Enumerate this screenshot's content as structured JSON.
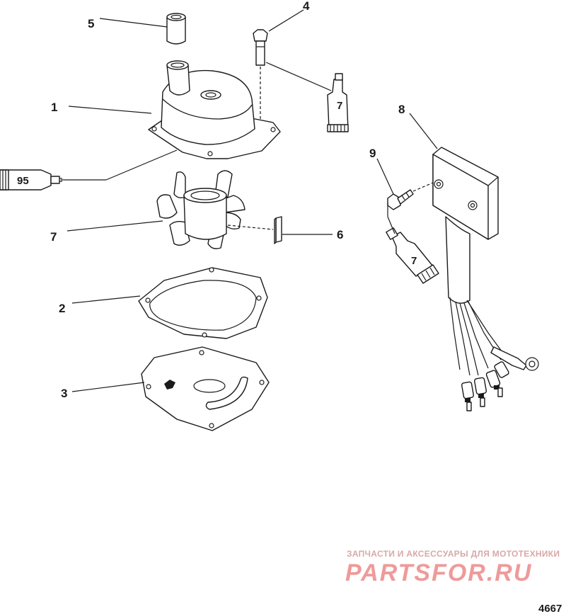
{
  "callouts": {
    "c1": "1",
    "c2": "2",
    "c3": "3",
    "c4": "4",
    "c5": "5",
    "c6": "6",
    "c7a": "7",
    "c8": "8",
    "c9": "9"
  },
  "tubes": {
    "tube_95": "95",
    "tube_7_top": "7",
    "tube_7_right": "7"
  },
  "watermark": {
    "tagline": "ЗАПЧАСТИ И АКСЕССУАРЫ ДЛЯ МОТОТЕХНИКИ",
    "logo": "PARTSFOR.RU"
  },
  "figure_number": "4667"
}
